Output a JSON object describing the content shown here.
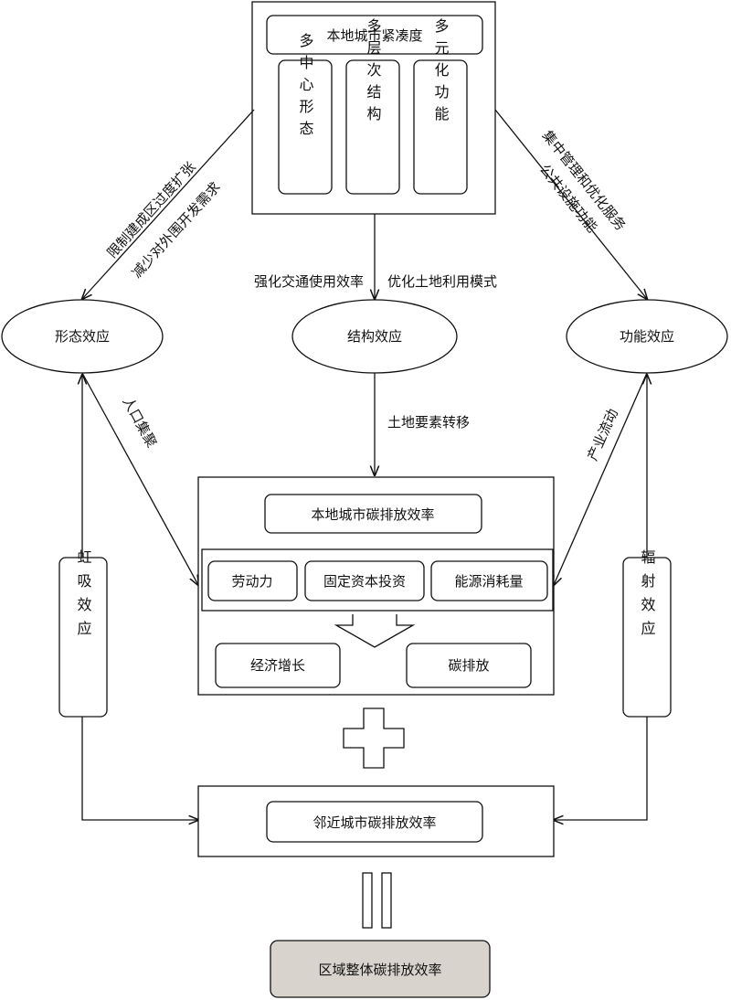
{
  "top": {
    "title": "本地城市紧凑度",
    "cols": [
      "多中心形态",
      "多层次结构",
      "多元化功能"
    ]
  },
  "effects": {
    "left": "形态效应",
    "middle": "结构效应",
    "right": "功能效应"
  },
  "edge_labels": {
    "left_1": "限制建成区过度扩张",
    "left_2": "减少对外围开发需求",
    "right_1": "集中管理和优化服务",
    "right_2": "公共设施功能",
    "mid_left": "强化交通使用效率",
    "mid_right": "优化土地利用模式",
    "land": "土地要素转移",
    "population": "人口集聚",
    "industry": "产业流动"
  },
  "side_boxes": {
    "siphon": "虹吸效应",
    "radiation": "辐射效应"
  },
  "local": {
    "title": "本地城市碳排放效率",
    "inputs": [
      "劳动力",
      "固定资本投资",
      "能源消耗量"
    ],
    "outputs": [
      "经济增长",
      "碳排放"
    ]
  },
  "neighbor": {
    "title": "邻近城市碳排放效率"
  },
  "regional": {
    "title": "区域整体碳排放效率"
  },
  "colors": {
    "regional_fill": "#d9d3ce",
    "stroke": "#111111"
  }
}
